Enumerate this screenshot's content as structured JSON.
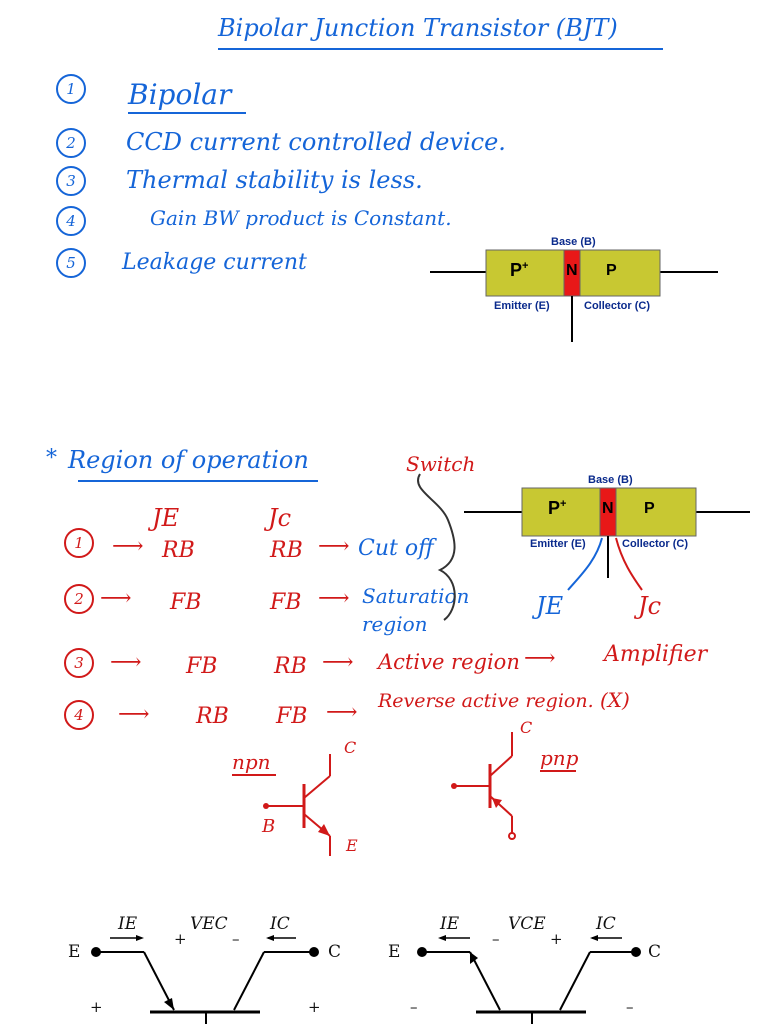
{
  "title": "Bipolar Junction Transistor (BJT)",
  "points": [
    {
      "num": "1",
      "text": "Bipolar"
    },
    {
      "num": "2",
      "text": "CCD current controlled device."
    },
    {
      "num": "3",
      "text": "Thermal stability is less."
    },
    {
      "num": "4",
      "text": "Gain BW product is Constant."
    },
    {
      "num": "5",
      "text": "Leakage current"
    }
  ],
  "bjt_diagram": {
    "base": "Base (B)",
    "emitter": "Emitter (E)",
    "collector": "Collector (C)",
    "p_left": "P",
    "p_left_sup": "+",
    "n_mid": "N",
    "p_right": "P",
    "junction_e": "JE",
    "junction_c": "Jc"
  },
  "region": {
    "heading_star": "*",
    "heading": "Region of operation",
    "col_je": "JE",
    "col_jc": "Jc",
    "switch_label": "Switch",
    "rows": [
      {
        "num": "1",
        "je": "RB",
        "jc": "RB",
        "result": "Cut off",
        "color": "#1565d8"
      },
      {
        "num": "2",
        "je": "FB",
        "jc": "FB",
        "result": "Saturation region",
        "color": "#1565d8"
      },
      {
        "num": "3",
        "je": "FB",
        "jc": "RB",
        "result": "Active region",
        "extra": "Amplifier",
        "color": "#d11919"
      },
      {
        "num": "4",
        "je": "RB",
        "jc": "FB",
        "result": "Reverse active region.",
        "extra": "(X)",
        "color": "#d11919"
      }
    ]
  },
  "symbols": {
    "npn_label": "npn",
    "pnp_label": "pnp",
    "b": "B",
    "c": "C",
    "e": "E"
  },
  "circuits": {
    "left": {
      "ie": "IE",
      "vec": "VEC",
      "ic": "IC",
      "e": "E",
      "c": "C",
      "plus1": "+",
      "minus1": "–",
      "plus2": "+",
      "plus3": "+"
    },
    "right": {
      "ie": "IE",
      "vce": "VCE",
      "ic": "IC",
      "e": "E",
      "c": "C",
      "minus1": "–",
      "plus1": "+",
      "minus2": "–",
      "minus3": "–"
    }
  },
  "colors": {
    "blue": "#1565d8",
    "red": "#d11919",
    "olive": "#c8c832",
    "nband": "#e81818"
  }
}
